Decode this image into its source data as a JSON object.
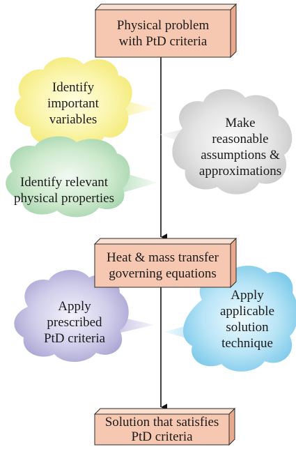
{
  "boxes": {
    "top": {
      "lines": [
        "Physical problem",
        "with PtD criteria"
      ]
    },
    "middle": {
      "lines": [
        "Heat & mass transfer",
        "governing equations"
      ]
    },
    "bottom": {
      "lines": [
        "Solution that satisfies",
        "PtD criteria"
      ]
    }
  },
  "clouds": {
    "variables": {
      "lines": [
        "Identify",
        "important",
        "variables"
      ],
      "color": "#fbf6a8"
    },
    "assumptions": {
      "lines": [
        "Make",
        "reasonable",
        "assumptions &",
        "approximations"
      ],
      "color": "#dedede"
    },
    "properties": {
      "lines": [
        "Identify relevant",
        "physical properties"
      ],
      "color": "#c7e6cf"
    },
    "prescribed": {
      "lines": [
        "Apply",
        "prescribed",
        "PtD criteria"
      ],
      "color": "#c6c3e4"
    },
    "technique": {
      "lines": [
        "Apply",
        "applicable",
        "solution",
        "technique"
      ],
      "color": "#a9dcf1"
    }
  },
  "colors": {
    "box_front": "#f7c8b1",
    "box_top": "#fbe0d2",
    "box_side": "#e8a98c",
    "box_stroke": "#2b2b2b",
    "arrow": "#111111"
  }
}
